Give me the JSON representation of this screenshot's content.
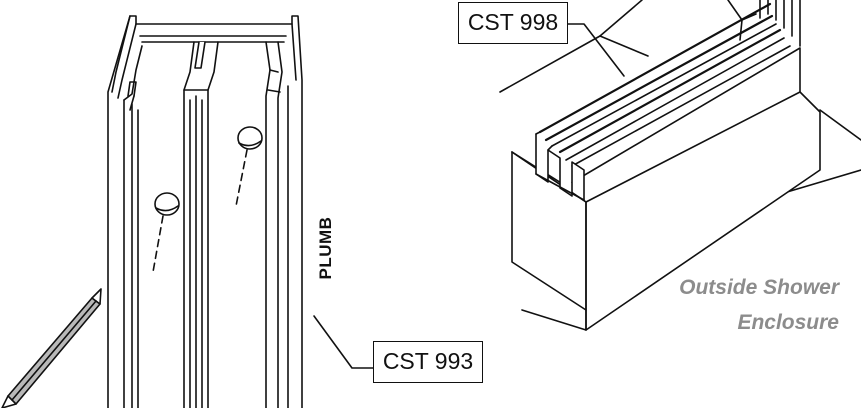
{
  "labels": {
    "top_callout": "CST 998",
    "bottom_callout": "CST 993",
    "plumb": "PLUMB"
  },
  "caption": {
    "line1": "Outside Shower",
    "line2": "Enclosure"
  },
  "colors": {
    "line": "#111111",
    "caption": "#8c8c8c",
    "pencil_body": "#b9b9b9",
    "channel_inner": "#f4f4f4"
  },
  "icons": {
    "pencil": "pencil-icon"
  }
}
